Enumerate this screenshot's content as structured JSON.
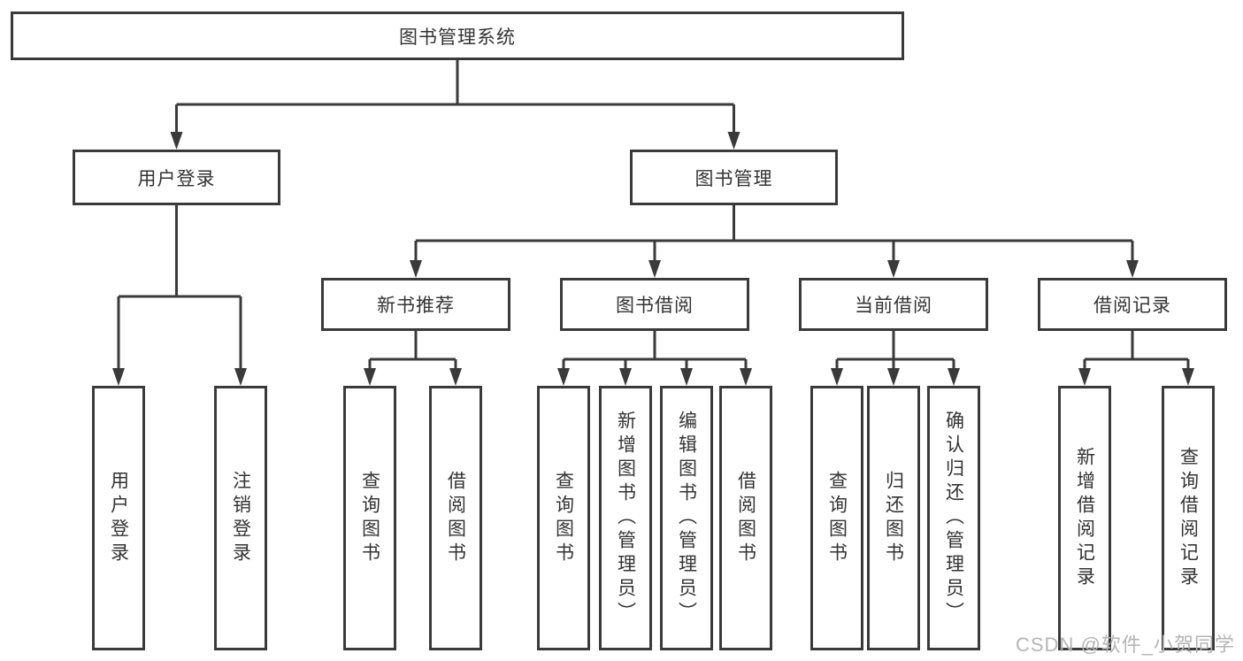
{
  "tree": {
    "root": "图书管理系统",
    "login": {
      "label": "用户登录",
      "leaves": [
        "用户登录",
        "注销登录"
      ]
    },
    "mgmt": {
      "label": "图书管理",
      "groups": [
        {
          "label": "新书推荐",
          "leaves": [
            "查询图书",
            "借阅图书"
          ]
        },
        {
          "label": "图书借阅",
          "leaves": [
            "查询图书",
            "新增图书（管理员）",
            "编辑图书（管理员）",
            "借阅图书"
          ]
        },
        {
          "label": "当前借阅",
          "leaves": [
            "查询图书",
            "归还图书",
            "确认归还（管理员）"
          ]
        },
        {
          "label": "借阅记录",
          "leaves": [
            "新增借阅记录",
            "查询借阅记录"
          ]
        }
      ]
    }
  },
  "watermark": "CSDN @软件_小贺同学",
  "colors": {
    "line": "#3a3a3a",
    "text": "#333333",
    "watermark": "#b5b5b5",
    "background": "#ffffff"
  }
}
